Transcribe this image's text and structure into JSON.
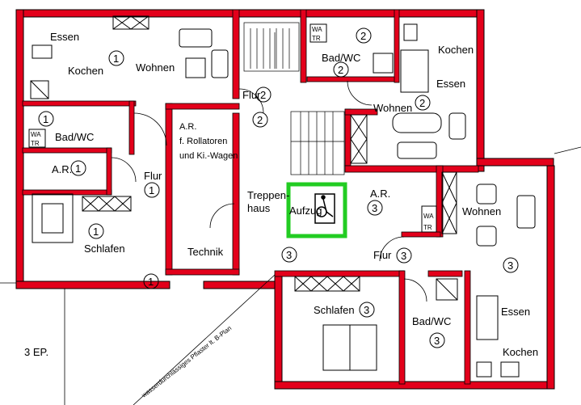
{
  "plan": {
    "floor_label": "3 EP.",
    "note": "wasserdurchlässiges Pflaster lt. B-Plan",
    "colors": {
      "wall": "#e3001b",
      "outline": "#000000",
      "elevator": "#22cc22"
    },
    "rooms": {
      "u1_essen": "Essen",
      "u1_kochen": "Kochen",
      "u1_wohnen": "Wohnen",
      "u1_bad": "Bad/WC",
      "u1_ar": "A.R.",
      "u1_flur": "Flur",
      "u1_schlafen": "Schlafen",
      "ar_rollatoren_1": "A.R.",
      "ar_rollatoren_2": "f. Rollatoren",
      "ar_rollatoren_3": "und Ki.-Wagen",
      "technik": "Technik",
      "treppenhaus_1": "Treppen-",
      "treppenhaus_2": "haus",
      "aufzug": "Aufzug",
      "u2_bad": "Bad/WC",
      "u2_kochen": "Kochen",
      "u2_essen": "Essen",
      "u2_wohnen": "Wohnen",
      "u2_flur": "Flur",
      "u3_ar": "A.R.",
      "u3_flur": "Flur",
      "u3_wohnen": "Wohnen",
      "u3_essen": "Essen",
      "u3_kochen": "Kochen",
      "u3_schlafen": "Schlafen",
      "u3_bad": "Bad/WC"
    },
    "units": {
      "one": "1",
      "two": "2",
      "three": "3"
    },
    "wa": "WA",
    "tr": "TR"
  }
}
